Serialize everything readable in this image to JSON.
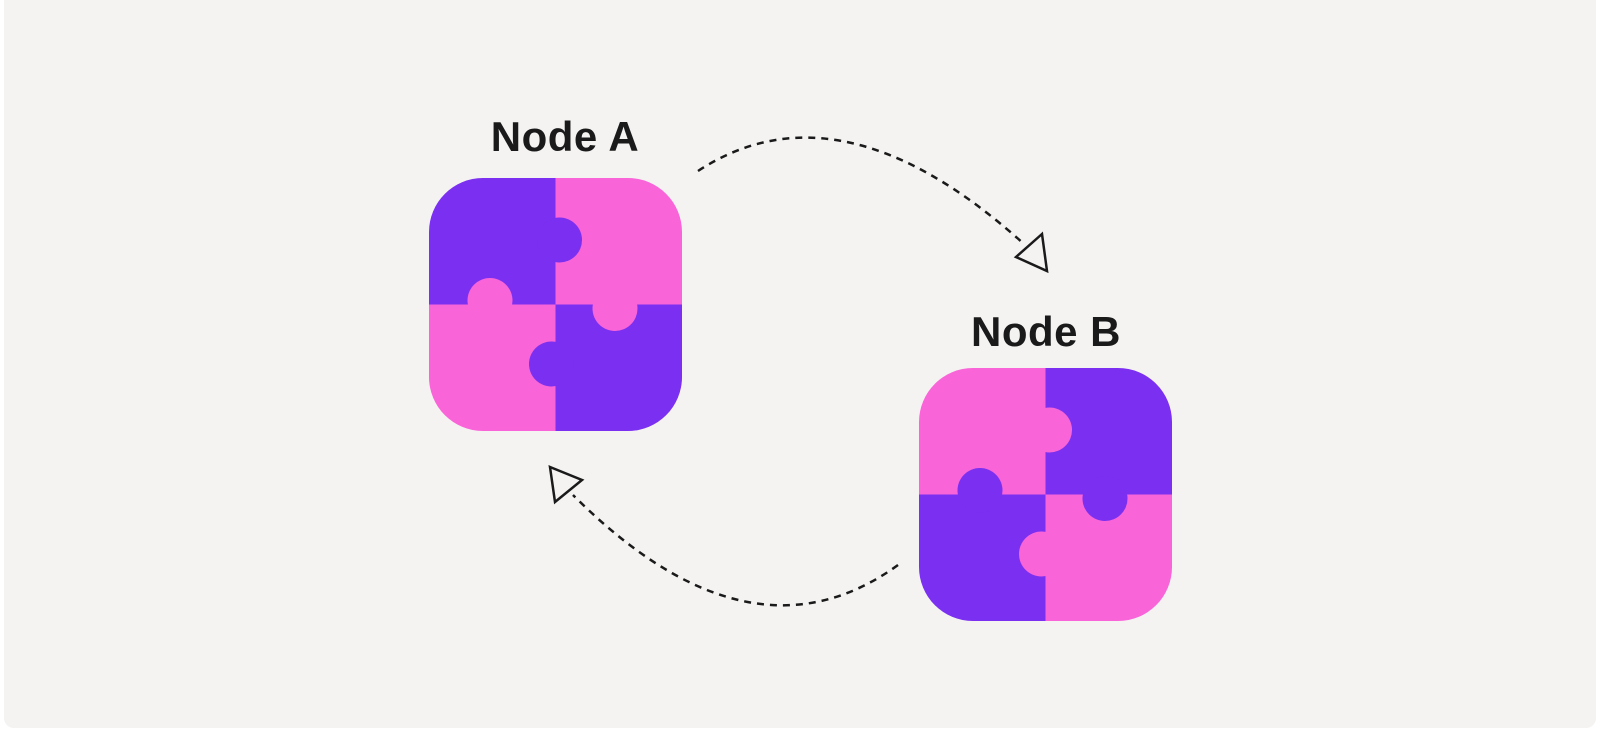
{
  "nodes": [
    {
      "id": "node-a",
      "label": "Node A"
    },
    {
      "id": "node-b",
      "label": "Node B"
    }
  ],
  "arrows": [
    {
      "from": "Node A",
      "to": "Node B",
      "style": "dashed-curve",
      "head": "hollow-triangle"
    },
    {
      "from": "Node B",
      "to": "Node A",
      "style": "dashed-curve",
      "head": "hollow-triangle"
    }
  ],
  "colors": {
    "purple": "#7b2ff0",
    "pink": "#f964d8",
    "background": "#f4f3f2",
    "ink": "#1a1a1a"
  }
}
